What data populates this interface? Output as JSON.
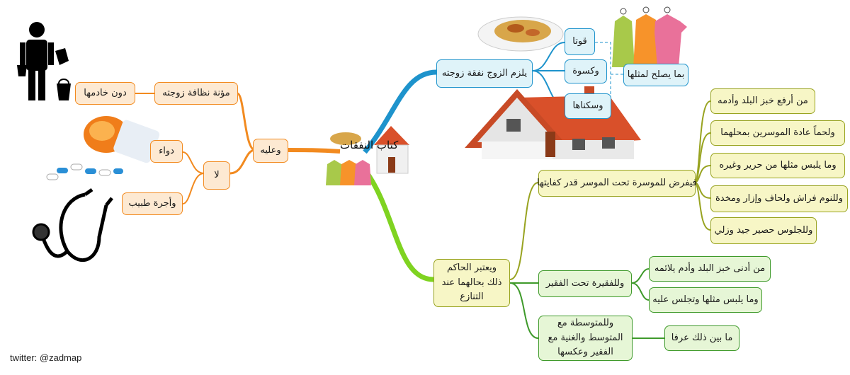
{
  "central_title": "كتاب النفقات",
  "credit": "twitter: @zadmap",
  "left_branch": {
    "hub": "وعليه",
    "cleaning": "مؤنة نظافة زوجته",
    "no_servant": "دون خادمها",
    "not": "لا",
    "medicine": "دواء",
    "doctor_fee": "وأجرة طبيب"
  },
  "top_branch": {
    "hub": "يلزم الزوج نفقة زوجته",
    "food": "قوتا",
    "clothing": "وكسوة",
    "housing": "وسكناها",
    "suitable": "بما يصلح لمثلها"
  },
  "bottom_branch": {
    "hub": "ويعتبر الحاكم ذلك بحالهما عند التنازع",
    "rich": "فيفرض للموسرة تحت الموسر قدر كفايتها",
    "rich_items": [
      "من أرفع خبز البلد وأدمه",
      "ولحماً عادة الموسرين بمحلهما",
      "وما يلبس مثلها من حرير وغيره",
      "وللنوم فراش ولحاف وإزار ومخدة",
      "وللجلوس حصير جيد وزلي"
    ],
    "poor": "وللفقيرة تحت الفقير",
    "poor_items": [
      "من أدنى خبز البلد وأدم يلائمه",
      "وما يلبس مثلها وتجلس عليه"
    ],
    "middle": "وللمتوسطة مع المتوسط والغنية مع الفقير وعكسها",
    "middle_item": "ما بين ذلك عرفا"
  },
  "colors": {
    "left": "#f28a1f",
    "top": "#1e93cc",
    "bottom_olive": "#98a320",
    "bottom_green": "#3f9a2b",
    "root_green": "#7fd321"
  },
  "icons": [
    "cleaning-person-icon",
    "pill-bottle-icon",
    "stethoscope-icon",
    "food-plate-icon",
    "house-icon",
    "clothes-icon"
  ]
}
